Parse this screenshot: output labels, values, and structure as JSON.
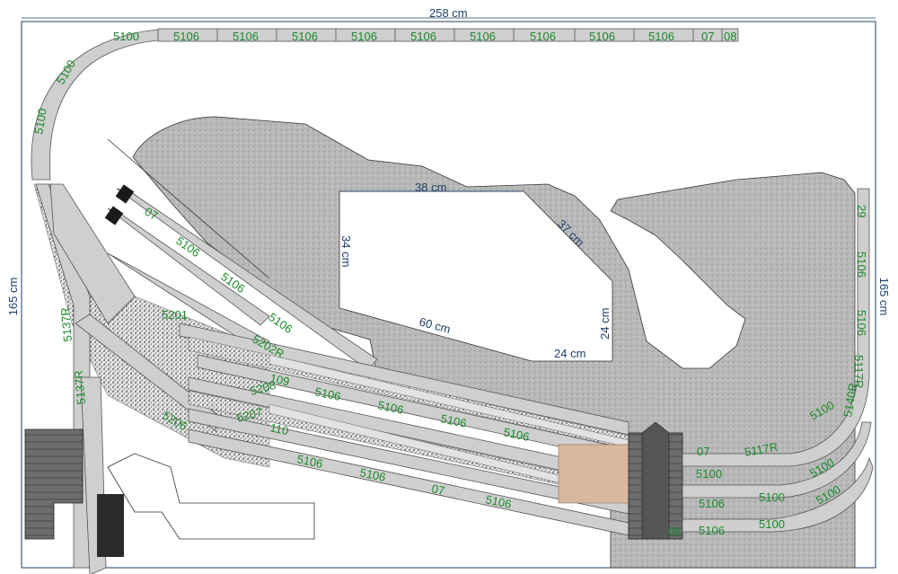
{
  "dimensions": {
    "top_width": "258 cm",
    "left_height": "165 cm",
    "right_height": "165 cm",
    "cutout_top": "38 cm",
    "cutout_diag": "37 cm",
    "cutout_left": "34 cm",
    "cutout_bottom": "60 cm",
    "cutout_right": "24 cm",
    "cutout_step": "24 cm"
  },
  "labels": {
    "l5100": "5100",
    "l5106": "5106",
    "l07": "07",
    "l08": "08",
    "l29": "29",
    "l5117R": "5117R",
    "l5140R": "5140R",
    "l5137R": "5137R",
    "l5201": "5201",
    "l5202R": "5202R",
    "l5206": "5206",
    "l5207": "5207",
    "l5208": "5208",
    "l109": "109",
    "l110": "110"
  },
  "colors": {
    "dimension": "#1f3f66",
    "label": "#1a8a2a",
    "track": "#cfcfcf",
    "scenery": "#b4b4b4"
  }
}
